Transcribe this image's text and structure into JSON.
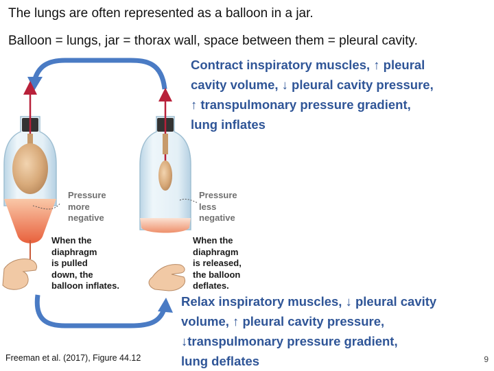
{
  "text": {
    "line1": "The lungs are often represented as a balloon in a jar.",
    "line2": "Balloon = lungs, jar = thorax wall, space between them = pleural cavity.",
    "inspiration": [
      "Contract inspiratory muscles, ↑ pleural",
      "cavity volume, ↓ pleural cavity pressure,",
      "↑ transpulmonary pressure gradient,",
      "lung inflates"
    ],
    "expiration": [
      "Relax inspiratory muscles, ↓ pleural cavity",
      "volume, ↑ pleural cavity pressure,",
      "↓transpulmonary pressure gradient,",
      "lung deflates"
    ],
    "left_pressure": [
      "Pressure",
      "more",
      "negative"
    ],
    "left_caption": [
      "When the",
      "diaphragm",
      "is pulled",
      "down, the",
      "balloon inflates."
    ],
    "right_pressure": [
      "Pressure",
      "less",
      "negative"
    ],
    "right_caption": [
      "When the",
      "diaphragm",
      "is released,",
      "the balloon",
      "deflates."
    ],
    "citation": "Freeman et al. (2017), Figure 44.12",
    "page_number": "9"
  },
  "icons": {
    "top_arrow": "curved-arrow-left-icon",
    "bottom_arrow": "curved-arrow-right-icon",
    "hand": "hand-icon"
  },
  "colors": {
    "blue_text": "#2f5597",
    "arrow_blue": "#4a7bc4",
    "rod_red": "#b8213a",
    "stopper": "#333333",
    "balloon": "#d8aa7a",
    "diaphragm": "#e8603c",
    "jar_glass": "#dcebf3"
  }
}
